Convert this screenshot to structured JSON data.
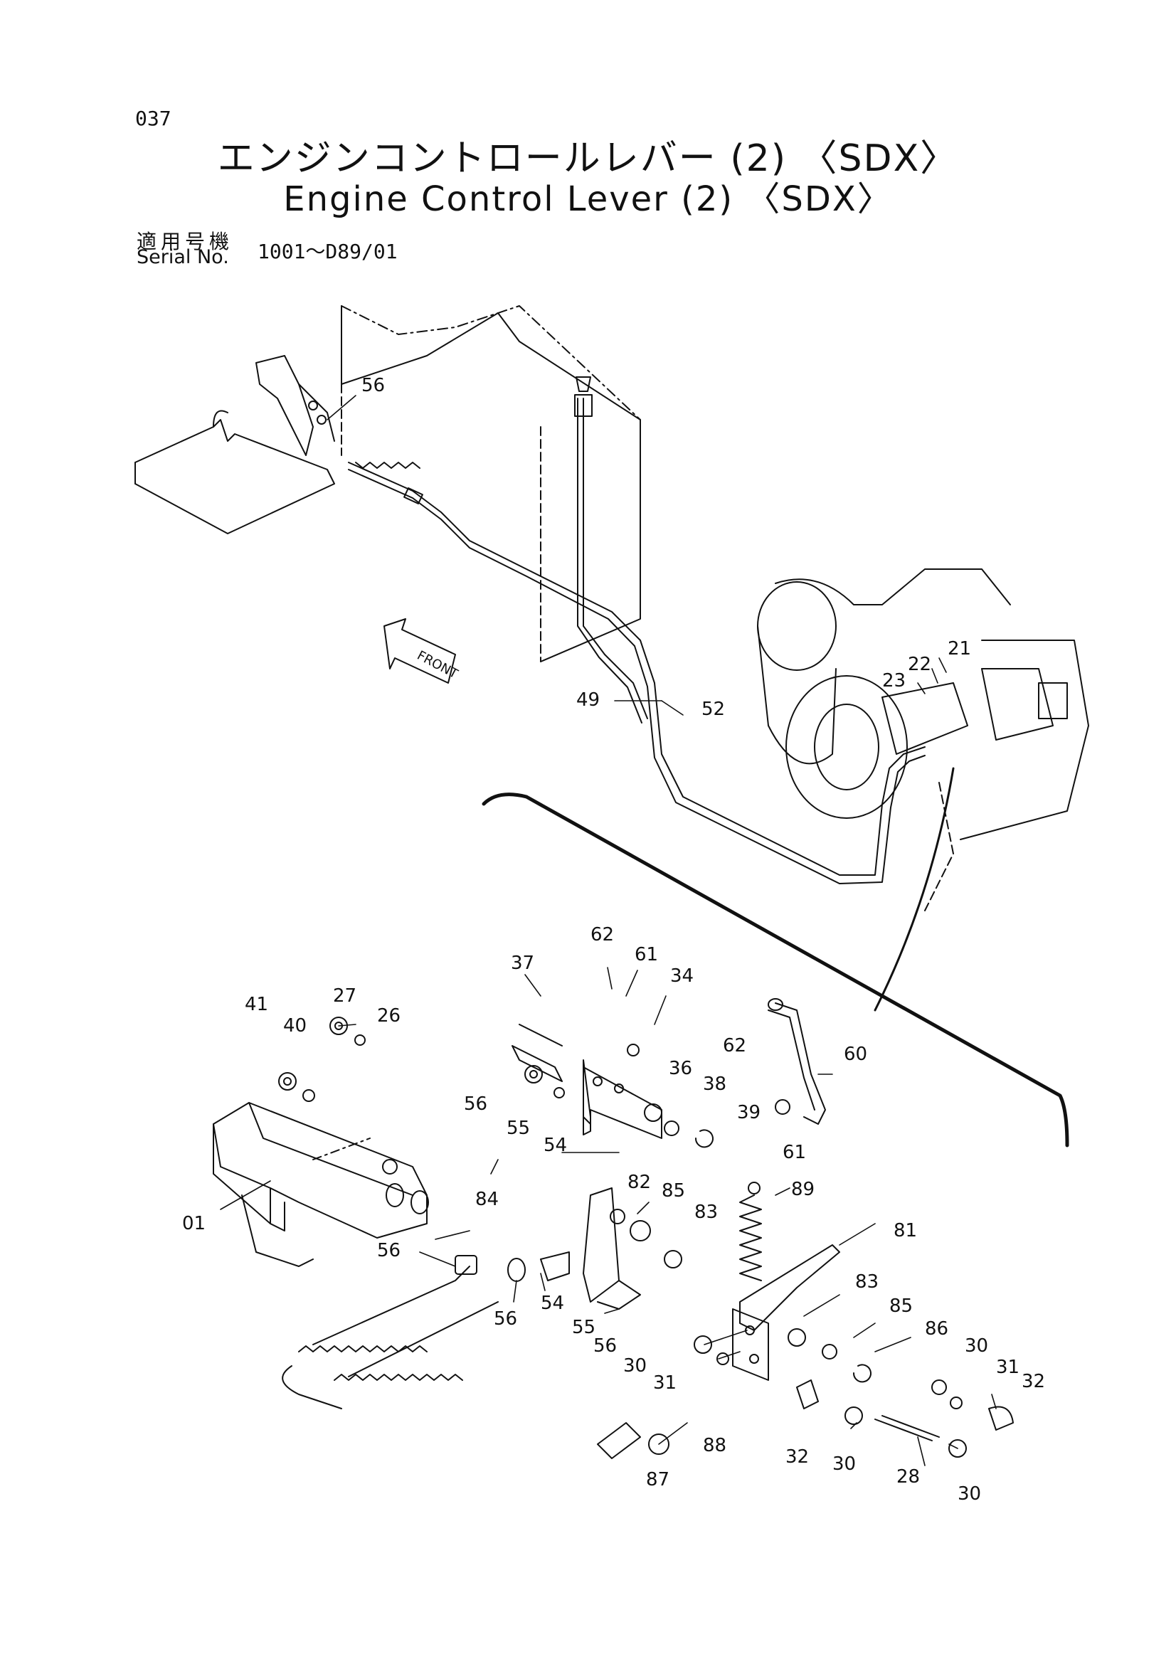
{
  "page_number": "037",
  "title_jp": "エンジンコントロールレバー (2) 〈SDX〉",
  "title_en": "Engine Control Lever (2) 〈SDX〉",
  "serial": {
    "label_jp": "適用号機",
    "label_en": "Serial No.",
    "value": "1001～D89/01"
  },
  "front_label": "FRONT",
  "callouts": {
    "c56a": "56",
    "c49": "49",
    "c52": "52",
    "c21": "21",
    "c22": "22",
    "c23": "23",
    "c62a": "62",
    "c61a": "61",
    "c34": "34",
    "c37": "37",
    "c41": "41",
    "c40": "40",
    "c27": "27",
    "c26": "26",
    "c36": "36",
    "c38": "38",
    "c39": "39",
    "c56b": "56",
    "c55a": "55",
    "c54a": "54",
    "c62b": "62",
    "c60": "60",
    "c61b": "61",
    "c84": "84",
    "c01": "01",
    "c82": "82",
    "c85a": "85",
    "c83a": "83",
    "c89": "89",
    "c81": "81",
    "c56c": "56",
    "c54b": "54",
    "c56d": "56",
    "c55b": "55",
    "c56e": "56",
    "c83b": "83",
    "c85b": "85",
    "c86": "86",
    "c30a": "30",
    "c31a": "31",
    "c30b": "30",
    "c31b": "31",
    "c32a": "32",
    "c32b": "32",
    "c88": "88",
    "c87": "87",
    "c30c": "30",
    "c28": "28",
    "c30d": "30"
  }
}
